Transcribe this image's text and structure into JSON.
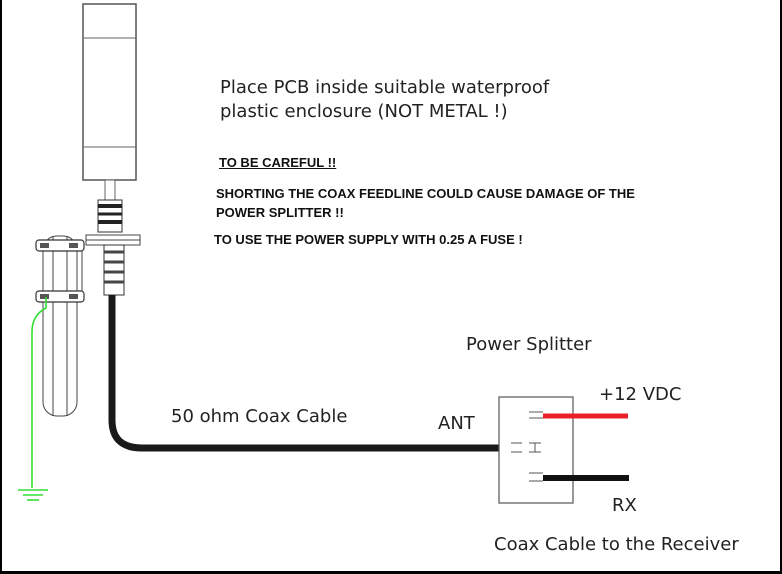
{
  "texts": {
    "enclosure_note_line1": "Place PCB inside suitable waterproof",
    "enclosure_note_line2": "plastic enclosure (NOT METAL !)",
    "warning_title": "TO BE CAREFUL !!",
    "warning_line1": "SHORTING THE COAX FEEDLINE COULD CAUSE DAMAGE OF THE",
    "warning_line2": "POWER SPLITTER !!",
    "fuse_note": "TO USE THE POWER SUPPLY WITH 0.25 A FUSE !",
    "splitter_label": "Power Splitter",
    "power_label": "+12 VDC",
    "ant_label": "ANT",
    "coax_label": "50 ohm Coax Cable",
    "rx_label": "RX",
    "receiver_cable_label": "Coax Cable to the Receiver"
  },
  "colors": {
    "background": "#ffffff",
    "frame": "#000000",
    "coax": "#1a1a1a",
    "dc_wire": "#e8202a",
    "rx_wire": "#111111",
    "ground_wire": "#33dd33"
  },
  "icons": [
    "antenna-icon",
    "ground-icon",
    "power-splitter-box"
  ]
}
